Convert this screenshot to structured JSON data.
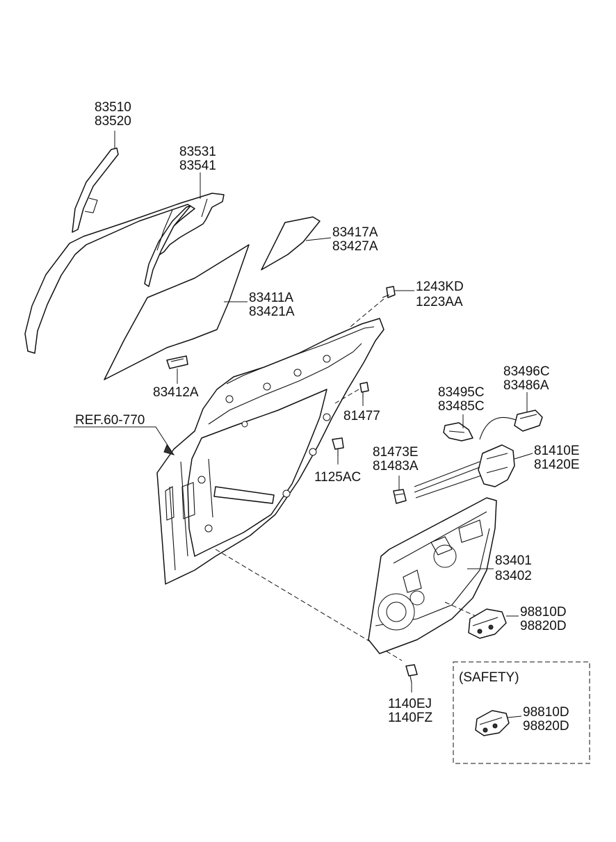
{
  "labels": {
    "weatherstrip": [
      "83510",
      "83520"
    ],
    "channel": [
      "83531",
      "83541"
    ],
    "quarter_glass": [
      "83417A",
      "83427A"
    ],
    "bolt_top": [
      "1243KD",
      "1223AA"
    ],
    "door_glass": [
      "83411A",
      "83421A"
    ],
    "glass_channel": "83412A",
    "ref": "REF.60-770",
    "bolt_small": "81477",
    "bolt_mid": "1125AC",
    "handle": [
      "83495C",
      "83485C"
    ],
    "actuator": [
      "83496C",
      "83486A"
    ],
    "latch": [
      "81410E",
      "81420E"
    ],
    "rod": [
      "81473E",
      "81483A"
    ],
    "module_panel": [
      "83401",
      "83402"
    ],
    "motor": [
      "98810D",
      "98820D"
    ],
    "bolt_bottom": [
      "1140EJ",
      "1140FZ"
    ],
    "safety_title": "(SAFETY)",
    "safety_motor": [
      "98810D",
      "98820D"
    ]
  }
}
